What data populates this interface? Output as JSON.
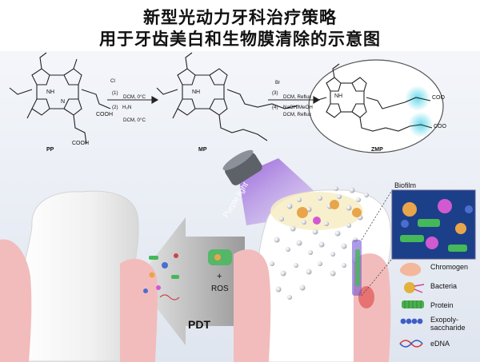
{
  "title": {
    "line1": "新型光动力牙科治疗策略",
    "line2": "用于牙齿美白和生物膜清除的示意图"
  },
  "synthesis": {
    "compounds": {
      "pp": "PP",
      "mp": "MP",
      "zmp": "ZMP"
    },
    "groups": {
      "cooh": "COOH",
      "nh": "NH",
      "n": "N",
      "coo_minus": "COO"
    },
    "step1": {
      "num": "(1)",
      "cond": "DCM, 0°C",
      "reagent_cl": "Cl"
    },
    "step2": {
      "num": "(2)",
      "cond": "DCM, 0°C",
      "reagent": "H₂N"
    },
    "step3": {
      "num": "(3)",
      "cond": "DCM, Reflux",
      "reagent": "Br"
    },
    "step4": {
      "num": "(4)",
      "cond1": "NaOH/MeOH",
      "cond2": "DCM, Reflux"
    }
  },
  "light": {
    "label": "Purple light"
  },
  "pdt": {
    "label": "PDT",
    "plus": "+",
    "ros": "ROS"
  },
  "biofilm": {
    "label": "Biofilm"
  },
  "legend": [
    {
      "label": "Chromogen",
      "icon": "chromogen-icon"
    },
    {
      "label": "Bacteria",
      "icon": "bacteria-icon"
    },
    {
      "label": "Protein",
      "icon": "protein-icon"
    },
    {
      "label": "Exopoly-\nsaccharide",
      "icon": "exopolysaccharide-icon"
    },
    {
      "label": "eDNA",
      "icon": "edna-icon"
    }
  ],
  "colors": {
    "panel_bg": "#e6ebf4",
    "purple": "#7a3fc0",
    "gum": "#f0b8b8",
    "arrow_gray": "#b5b5b5",
    "zmp_glow": "#56d6ea"
  }
}
